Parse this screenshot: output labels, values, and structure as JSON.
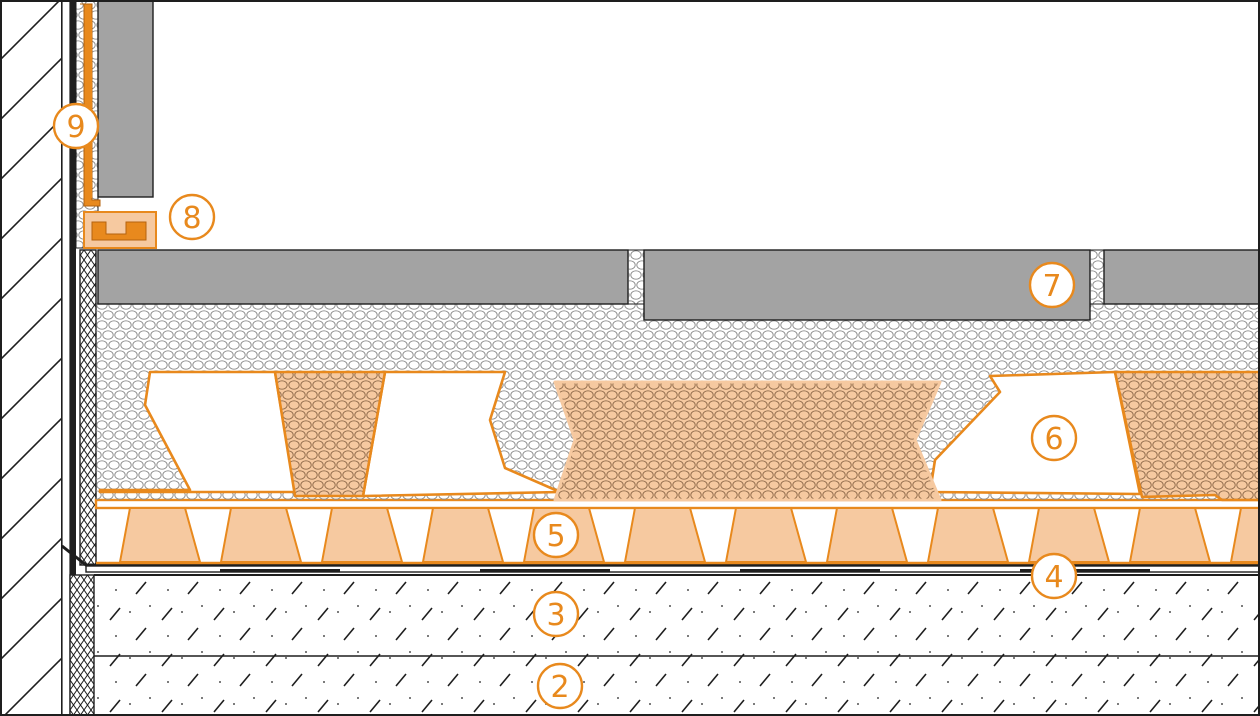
{
  "colors": {
    "accent": "#e8891d",
    "accent_fill": "#f6c9a0",
    "tile": "#a3a3a3",
    "tile_edge": "#7a7a7a",
    "line": "#1e1e1e",
    "concrete": "#ffffff"
  },
  "callouts": [
    {
      "id": "2",
      "label": "2"
    },
    {
      "id": "3",
      "label": "3"
    },
    {
      "id": "4",
      "label": "4"
    },
    {
      "id": "5",
      "label": "5"
    },
    {
      "id": "6",
      "label": "6"
    },
    {
      "id": "7",
      "label": "7"
    },
    {
      "id": "8",
      "label": "8"
    },
    {
      "id": "9",
      "label": "9"
    }
  ]
}
